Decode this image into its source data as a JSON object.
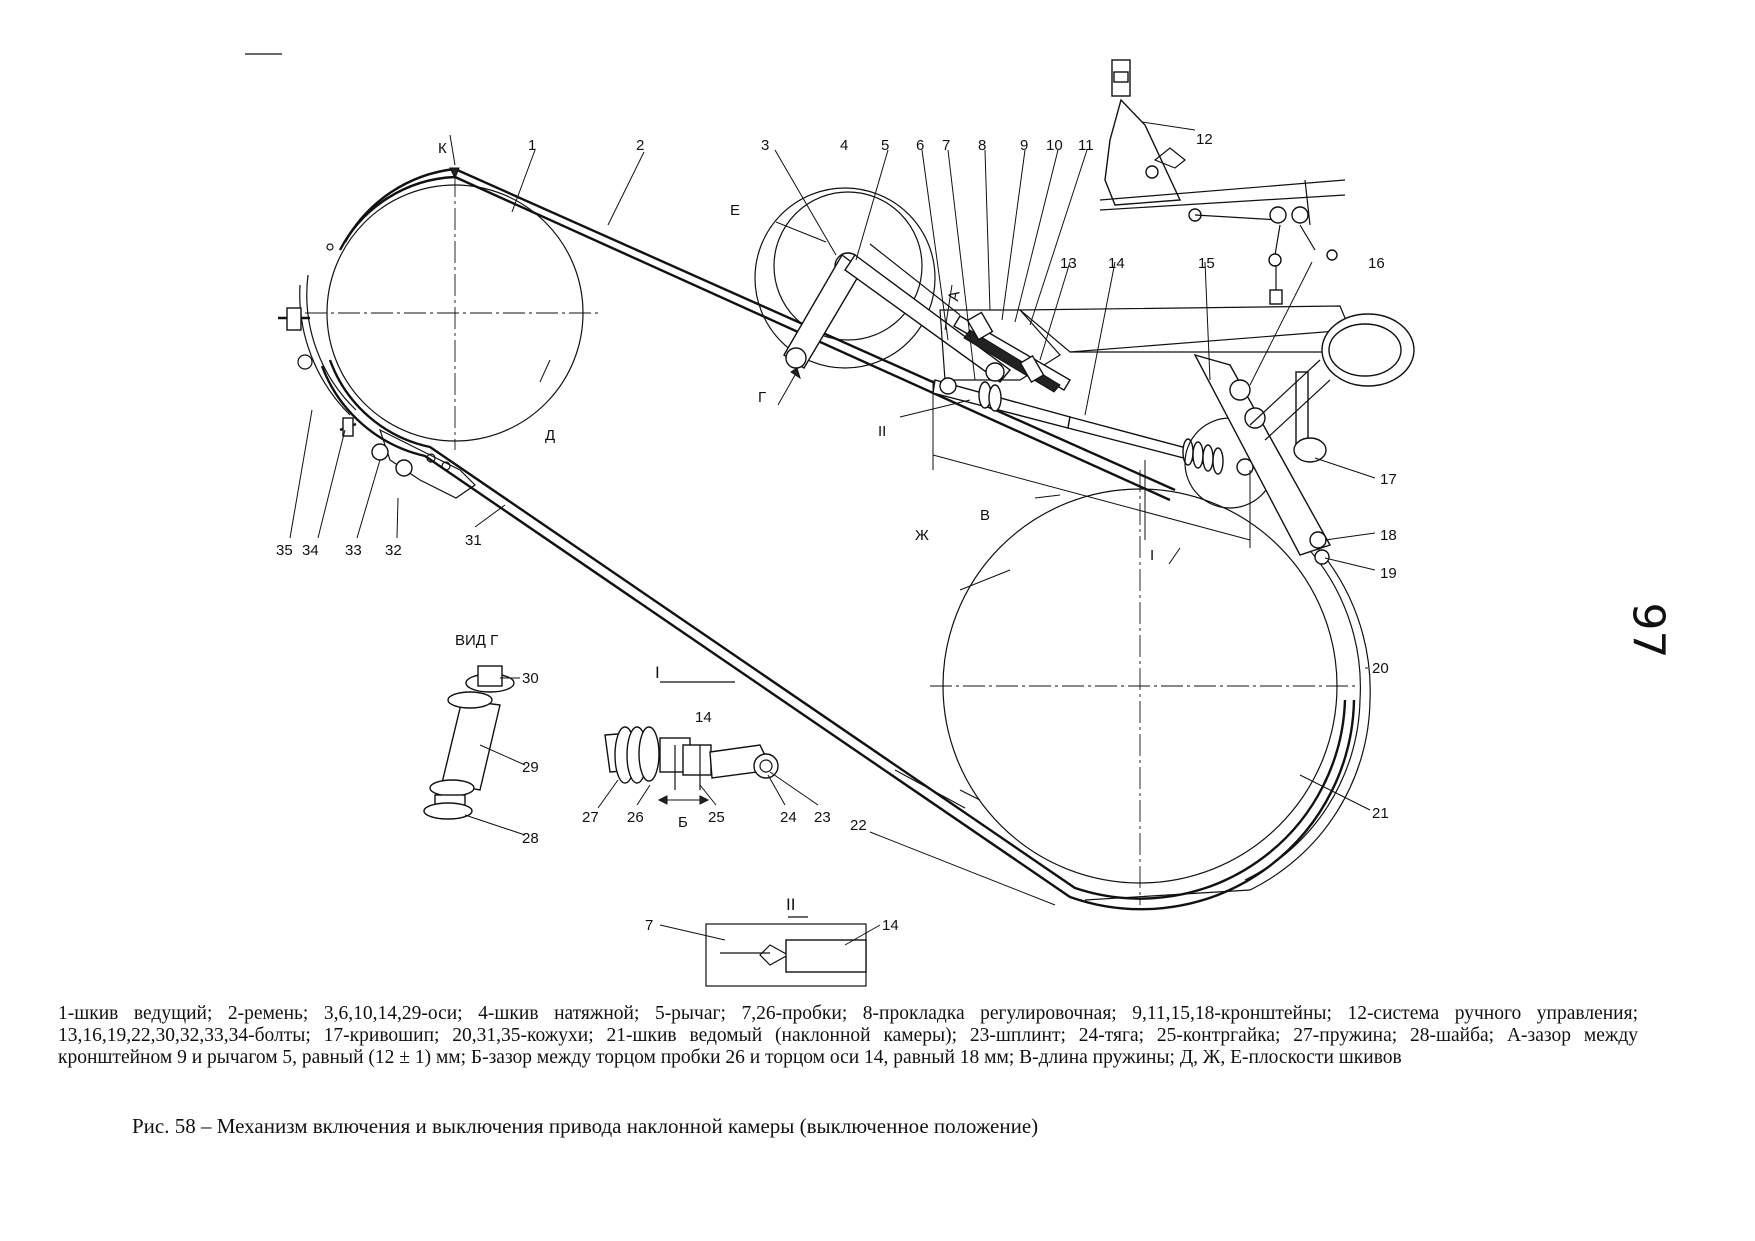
{
  "page_number": "97",
  "legend_text": "1-шкив ведущий; 2-ремень; 3,6,10,14,29-оси; 4-шкив натяжной; 5-рычаг; 7,26-пробки; 8-прокладка регулировочная; 9,11,15,18-кронштейны; 12-система ручного управления; 13,16,19,22,30,32,33,34-болты; 17-кривошип; 20,31,35-кожухи; 21-шкив ведомый (наклонной камеры); 23-шплинт; 24-тяга; 25-контргайка; 27-пружина; 28-шайба; А-зазор между кронштейном 9 и рычагом 5, равный (12 ± 1) мм; Б-зазор между торцом пробки 26 и торцом оси 14, равный 18 мм; В-длина пружины; Д, Ж, Е-плоскости шкивов",
  "caption": "Рис. 58 – Механизм включения и выключения привода наклонной камеры (выключенное положение)",
  "view_titles": {
    "view_g": "ВИД Г",
    "detail_1": "I",
    "detail_2": "II"
  },
  "main_labels": {
    "n1": "1",
    "n2": "2",
    "n3": "3",
    "n4": "4",
    "n5": "5",
    "n6": "6",
    "n7": "7",
    "n8": "8",
    "n9": "9",
    "n10": "10",
    "n11": "11",
    "n12": "12",
    "n13": "13",
    "n14": "14",
    "n15": "15",
    "n16": "16",
    "n17": "17",
    "n18": "18",
    "n19": "19",
    "n20": "20",
    "n21": "21",
    "n22": "22",
    "n31": "31",
    "n32": "32",
    "n33": "33",
    "n34": "34",
    "n35": "35",
    "k": "К",
    "e": "Е",
    "g": "Г",
    "d": "Д",
    "zh": "Ж",
    "a": "А",
    "v": "В",
    "sec1": "I",
    "sec2": "II"
  },
  "view_g_labels": {
    "n28": "28",
    "n29": "29",
    "n30": "30"
  },
  "detail1_labels": {
    "n14": "14",
    "n23": "23",
    "n24": "24",
    "n25": "25",
    "n26": "26",
    "n27": "27",
    "b": "Б"
  },
  "detail2_labels": {
    "n7": "7",
    "n14": "14"
  }
}
